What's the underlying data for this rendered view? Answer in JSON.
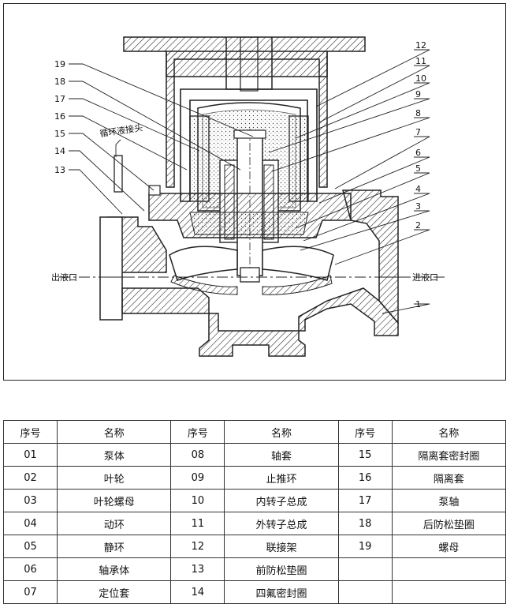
{
  "diagram": {
    "callouts": [
      "1",
      "2",
      "3",
      "4",
      "5",
      "6",
      "7",
      "8",
      "9",
      "10",
      "11",
      "12",
      "13",
      "14",
      "15",
      "16",
      "17",
      "18",
      "19"
    ],
    "labels": {
      "circulating_joint": "循环液接头",
      "outlet": "出液口",
      "inlet": "进液口"
    }
  },
  "table": {
    "headers": [
      "序号",
      "名称",
      "序号",
      "名称",
      "序号",
      "名称"
    ],
    "rows": [
      [
        "01",
        "泵体",
        "08",
        "轴套",
        "15",
        "隔离套密封圈"
      ],
      [
        "02",
        "叶轮",
        "09",
        "止推环",
        "16",
        "隔离套"
      ],
      [
        "03",
        "叶轮螺母",
        "10",
        "内转子总成",
        "17",
        "泵轴"
      ],
      [
        "04",
        "动环",
        "11",
        "外转子总成",
        "18",
        "后防松垫圈"
      ],
      [
        "05",
        "静环",
        "12",
        "联接架",
        "19",
        "螺母"
      ],
      [
        "06",
        "轴承体",
        "13",
        "前防松垫圈",
        "",
        ""
      ],
      [
        "07",
        "定位套",
        "14",
        "四氟密封圈",
        "",
        ""
      ]
    ]
  }
}
